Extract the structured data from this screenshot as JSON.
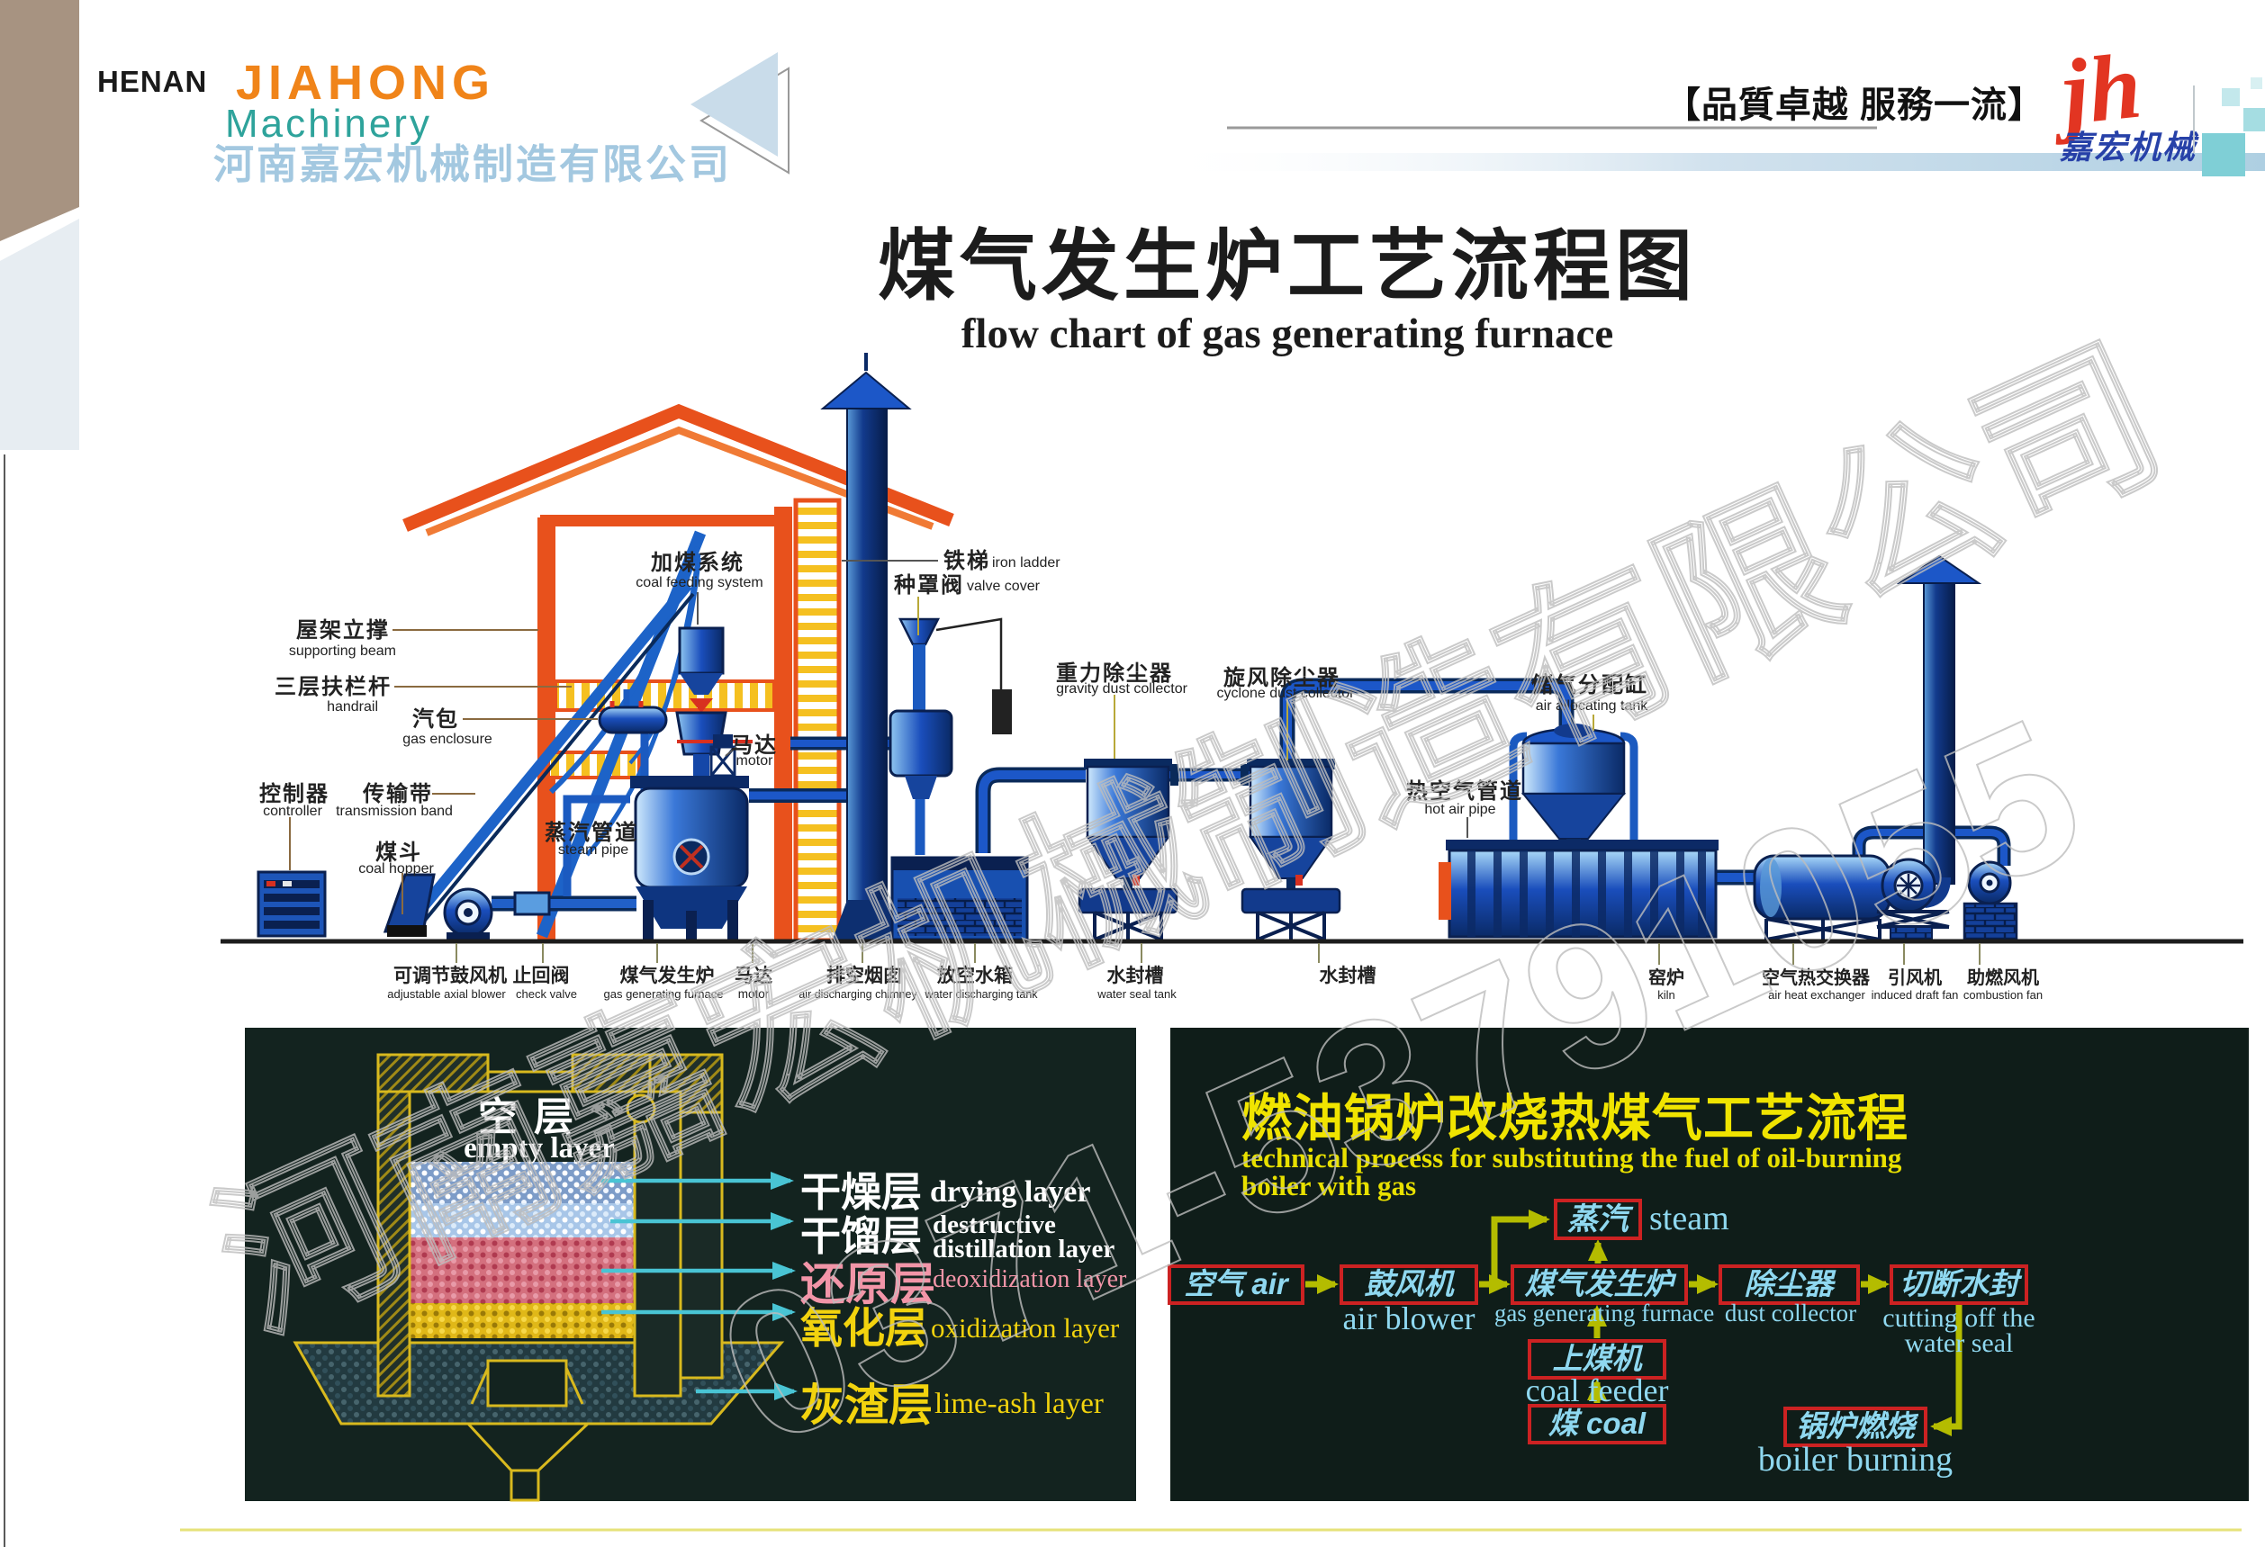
{
  "header": {
    "region": "HENAN",
    "brand": "JIAHONG",
    "brand_sub": "Machinery",
    "company_cn": "河南嘉宏机械制造有限公司",
    "slogan": "【品質卓越  服務一流】",
    "logo_script": "jh",
    "logo_cn": "嘉宏机械"
  },
  "title": {
    "cn": "煤气发生炉工艺流程图",
    "en": "flow chart of gas generating furnace"
  },
  "watermark": {
    "company": "河南嘉宏机械制造有限公司",
    "phone": "0371-53791055"
  },
  "diagram": {
    "callouts": {
      "supporting_beam": {
        "cn": "屋架立撑",
        "en": "supporting beam"
      },
      "handrail": {
        "cn": "三层扶栏杆",
        "en": "handrail"
      },
      "gas_enclosure": {
        "cn": "汽包",
        "en": "gas enclosure"
      },
      "controller": {
        "cn": "控制器",
        "en": "controller"
      },
      "transmission_band": {
        "cn": "传输带",
        "en": "transmission band"
      },
      "coal_hopper": {
        "cn": "煤斗",
        "en": "coal hopper"
      },
      "steam_pipe": {
        "cn": "蒸汽管道",
        "en": "steam pipe"
      },
      "coal_feeding_system": {
        "cn": "加煤系统",
        "en": "coal feeding system"
      },
      "motor_top": {
        "cn": "马达",
        "en": "motor"
      },
      "iron_ladder": {
        "cn": "铁梯",
        "en": "iron ladder"
      },
      "valve_cover": {
        "cn": "种罩阀",
        "en": "valve cover"
      },
      "gravity_dust_collector": {
        "cn": "重力除尘器",
        "en": "gravity dust collector"
      },
      "cyclone_dust_collector": {
        "cn": "旋风除尘器",
        "en": "cyclone dust collector"
      },
      "air_allocating_tank": {
        "cn": "储气分配缸",
        "en": "air allocating tank"
      },
      "hot_air_pipe": {
        "cn": "热空气管道",
        "en": "hot air pipe"
      },
      "adjustable_blower": {
        "cn": "可调节鼓风机",
        "en": "adjustable axial blower"
      },
      "check_valve": {
        "cn": "止回阀",
        "en": "check valve"
      },
      "gas_generating_furnace": {
        "cn": "煤气发生炉",
        "en": "gas generating furnace"
      },
      "motor_bottom": {
        "cn": "马达",
        "en": "motor"
      },
      "vent_chimney": {
        "cn": "排空烟囱",
        "en": "air discharging chimney"
      },
      "water_discharging_tank": {
        "cn": "放空水箱",
        "en": "water discharging tank"
      },
      "water_seal_tank1": {
        "cn": "水封槽",
        "en": "water seal tank"
      },
      "water_seal_tank2": {
        "cn": "水封槽",
        "en": ""
      },
      "kiln": {
        "cn": "窑炉",
        "en": "kiln"
      },
      "air_heat_exchanger": {
        "cn": "空气热交换器",
        "en": "air heat exchanger"
      },
      "induced_draft_fan": {
        "cn": "引风机",
        "en": "induced draft fan"
      },
      "combustion_fan": {
        "cn": "助燃风机",
        "en": "combustion fan"
      }
    }
  },
  "cross_section": {
    "empty_layer_cn": "空层",
    "empty_layer_en": "empty layer",
    "layers": [
      {
        "cn": "干燥层",
        "en": "drying layer",
        "color": "#ffffff"
      },
      {
        "cn": "干馏层",
        "en_line1": "destructive",
        "en_line2": "distillation layer",
        "color": "#ffffff"
      },
      {
        "cn": "还原层",
        "en": "deoxidization layer",
        "color": "#f295a8"
      },
      {
        "cn": "氧化层",
        "en": "oxidization layer",
        "color": "#f2d30e"
      },
      {
        "cn": "灰渣层",
        "en": "lime-ash layer",
        "color": "#f2d30e"
      }
    ]
  },
  "boiler_flow": {
    "title_cn": "燃油锅炉改烧热煤气工艺流程",
    "subtitle_line1": "technical process for substituting the fuel of oil-burning",
    "subtitle_line2": "boiler with gas",
    "nodes": {
      "air": {
        "cn": "空气 air"
      },
      "air_blower": {
        "cn": "鼓风机",
        "en": "air blower"
      },
      "furnace": {
        "cn": "煤气发生炉",
        "en": "gas generating furnace"
      },
      "dust_collector": {
        "cn": "除尘器",
        "en": "dust collector"
      },
      "cut_water_seal": {
        "cn": "切断水封",
        "en_line1": "cutting off the",
        "en_line2": "water seal"
      },
      "steam": {
        "cn": "蒸汽",
        "en": "steam"
      },
      "coal_feeder": {
        "cn": "上煤机",
        "en": "coal feeder"
      },
      "coal": {
        "cn": "煤  coal"
      },
      "boiler_burning": {
        "cn": "锅炉燃烧",
        "en": "boiler burning"
      }
    }
  },
  "colors": {
    "brand_orange": "#f08419",
    "brand_teal": "#2ea39b",
    "brand_lightblue": "#a3c8e0",
    "logo_red": "#e23522",
    "logo_blue": "#2741a8",
    "house_orange": "#e8511c",
    "rung_yellow": "#f5c020",
    "machine_blue": "#1c57c8",
    "machine_navy": "#0a2a66",
    "panel_dark": "#13231f",
    "panel_yellow": "#f0e400",
    "panel_cyan": "#8fd8f0",
    "panel_red": "#cc2222",
    "arrow_olive": "#b4bc00",
    "arrow_cyan": "#49c4d4"
  }
}
